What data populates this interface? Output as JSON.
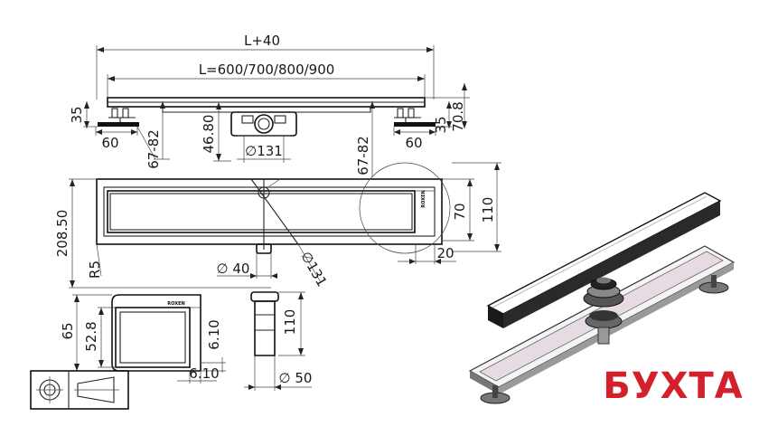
{
  "drawing": {
    "dims": {
      "overall_length": "L+40",
      "length_options": "L=600/700/800/900",
      "foot_height_left": "35",
      "foot_width_left": "60",
      "adjust_range_left": "67-82",
      "outlet_height": "46.80",
      "outlet_diameter": "∅131",
      "adjust_range_right": "67-82",
      "foot_width_right": "60",
      "foot_height_right": "35",
      "total_height": "70.8",
      "overall_width": "208.50",
      "grate_width": "70",
      "channel_width": "110",
      "flange": "20",
      "radius": "R5",
      "pipe_diameter": "∅ 40",
      "outlet_diameter_plan": "∅131",
      "detail_height": "65",
      "detail_inner_height": "52.8",
      "detail_edge_vertical": "6.10",
      "detail_edge_horizontal": "6.10",
      "pipe_length": "110",
      "pipe_diameter_bottom": "∅ 50"
    },
    "brand_label": "ROXEN",
    "watermark": "БУХТА"
  },
  "colors": {
    "line": "#222222",
    "logo": "#d3202a",
    "background": "#ffffff"
  }
}
